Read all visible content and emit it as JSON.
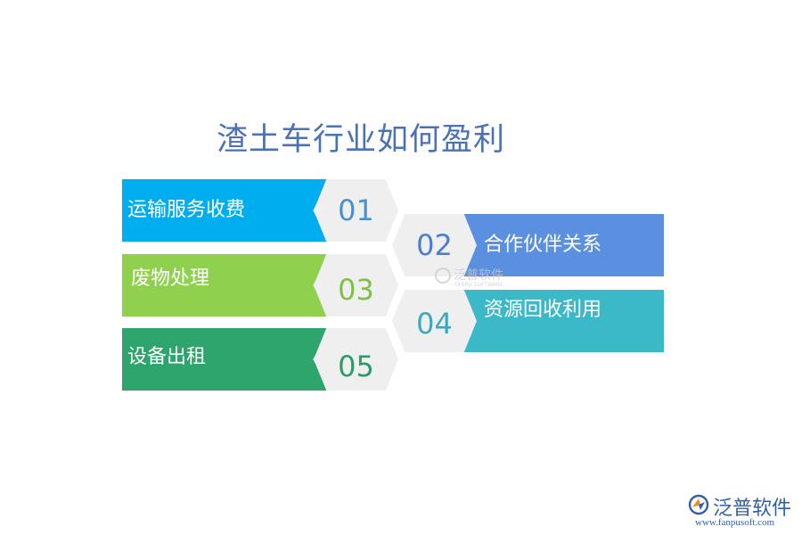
{
  "title": "渣土车行业如何盈利",
  "items": [
    {
      "num": "01",
      "label": "运输服务收费",
      "color": "#00adef",
      "num_color": "#4a8fd0"
    },
    {
      "num": "02",
      "label": "合作伙伴关系",
      "color": "#5b8fe0",
      "num_color": "#4a7ed0"
    },
    {
      "num": "03",
      "label": "废物处理",
      "color": "#8fd14f",
      "num_color": "#7fc04a"
    },
    {
      "num": "04",
      "label": "资源回收利用",
      "color": "#3cb9c9",
      "num_color": "#3aaabb"
    },
    {
      "num": "05",
      "label": "设备出租",
      "color": "#2fa56e",
      "num_color": "#2e9a64"
    }
  ],
  "watermark": {
    "name": "泛普软件",
    "sub": "FANPU SOFTWARE",
    "icon": "fanpu-logo-icon"
  },
  "logo": {
    "name": "泛普软件",
    "url": "www.fanpusoft.com",
    "icon": "fanpu-logo-icon"
  }
}
